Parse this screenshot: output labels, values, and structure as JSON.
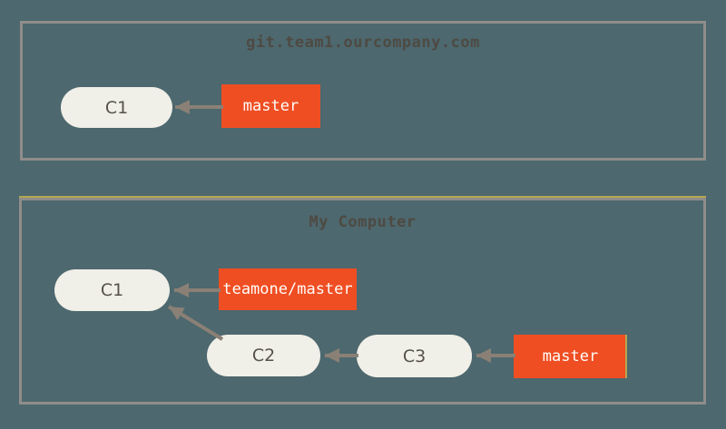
{
  "colors": {
    "background": "#4d686e",
    "panel-border": "#8f8d8b",
    "node-fill": "#f0efe8",
    "node-text": "#56524a",
    "branch-bg": "#ef4e23",
    "branch-text": "#fffdf8",
    "arrow": "#8a8076",
    "title-text": "#4e4a43",
    "highlight-yellow": "#b3a751"
  },
  "panels": [
    {
      "title": "git.team1.ourcompany.com",
      "nodes": [
        {
          "id": "C1"
        }
      ],
      "branches": [
        {
          "label": "master",
          "points_to": "C1"
        }
      ],
      "edges": [
        {
          "from": "master",
          "to": "C1"
        }
      ]
    },
    {
      "title": "My Computer",
      "nodes": [
        {
          "id": "C1"
        },
        {
          "id": "C2"
        },
        {
          "id": "C3"
        }
      ],
      "branches": [
        {
          "label": "teamone/master",
          "points_to": "C1"
        },
        {
          "label": "master",
          "points_to": "C3"
        }
      ],
      "edges": [
        {
          "from": "teamone/master",
          "to": "C1"
        },
        {
          "from": "C2",
          "to": "C1"
        },
        {
          "from": "C3",
          "to": "C2"
        },
        {
          "from": "master",
          "to": "C3"
        }
      ]
    }
  ]
}
